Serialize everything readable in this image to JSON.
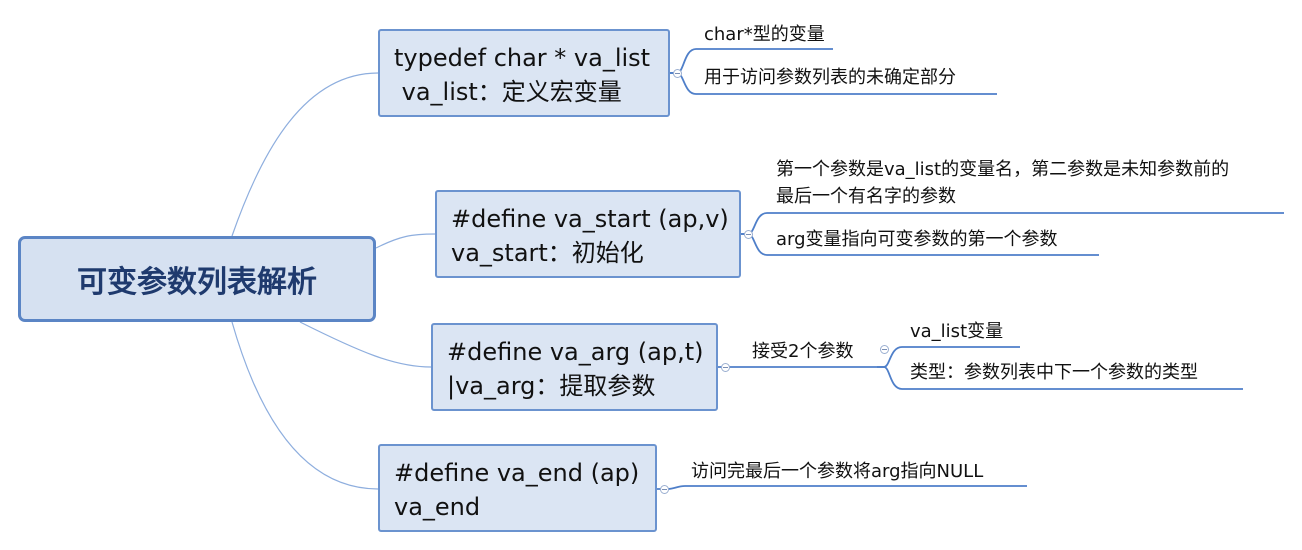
{
  "root": {
    "title": "可变参数列表解析"
  },
  "branches": [
    {
      "lines": [
        "typedef char * va_list",
        " va_list：定义宏变量"
      ],
      "leaves": [
        "char*型的变量",
        "用于访问参数列表的未确定部分"
      ]
    },
    {
      "lines": [
        "#define va_start (ap,v)",
        "va_start：初始化"
      ],
      "leaves": [
        "第一个参数是va_list的变量名，第二参数是未知参数前的",
        "最后一个有名字的参数",
        "arg变量指向可变参数的第一个参数"
      ]
    },
    {
      "lines": [
        "#define va_arg (ap,t)",
        "|va_arg：提取参数"
      ],
      "leaves": [
        "接受2个参数"
      ],
      "subleaves": [
        "va_list变量",
        "类型：参数列表中下一个参数的类型"
      ]
    },
    {
      "lines": [
        "#define va_end (ap)",
        "va_end"
      ],
      "leaves": [
        "访问完最后一个参数将arg指向NULL"
      ]
    }
  ],
  "colors": {
    "root_border": "#5b85c5",
    "root_fill": "#d6e1f1",
    "root_text": "#1f3a6e",
    "branch_border": "#6b93cf",
    "branch_fill": "#dbe5f3",
    "root_connector": "#8eaede",
    "leaf_connector": "#4f7fc9"
  }
}
